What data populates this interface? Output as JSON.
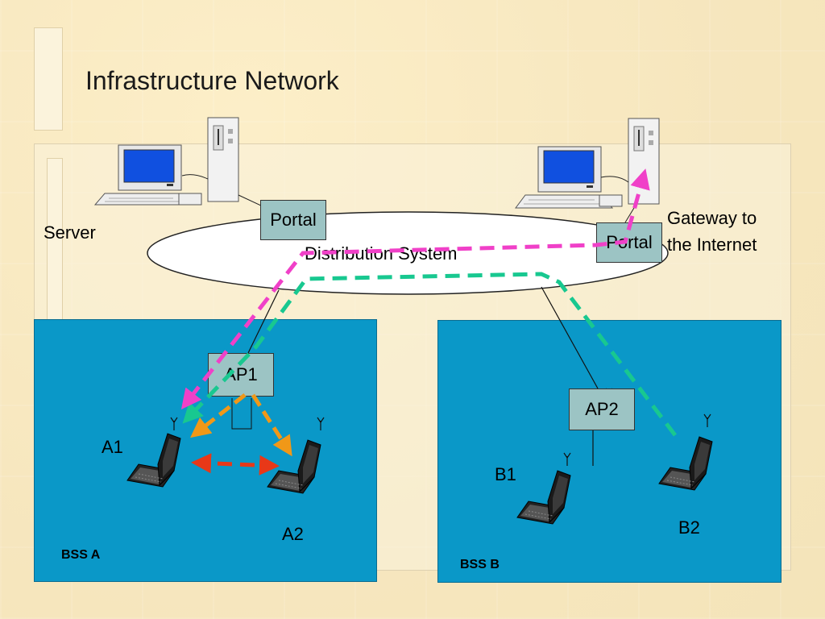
{
  "title": "Infrastructure Network",
  "nodes": {
    "server_label": "Server",
    "gateway_label_line1": "Gateway to",
    "gateway_label_line2": "the Internet",
    "portal_left": "Portal",
    "portal_right": "Portal",
    "distribution_system": "Distribution System",
    "ap1": "AP1",
    "ap2": "AP2",
    "a1": "A1",
    "a2": "A2",
    "b1": "B1",
    "b2": "B2",
    "bss_a": "BSS A",
    "bss_b": "BSS B"
  },
  "colors": {
    "bss_fill": "#0a98c8",
    "box_fill": "#9cc4c4",
    "magenta_path": "#f040c8",
    "green_path": "#18c890",
    "orange_path": "#f09818",
    "red_path": "#e83818",
    "background": "#f8ecc8"
  },
  "icons": [
    "desktop-computer-icon",
    "tower-computer-icon",
    "laptop-icon",
    "antenna-icon"
  ]
}
